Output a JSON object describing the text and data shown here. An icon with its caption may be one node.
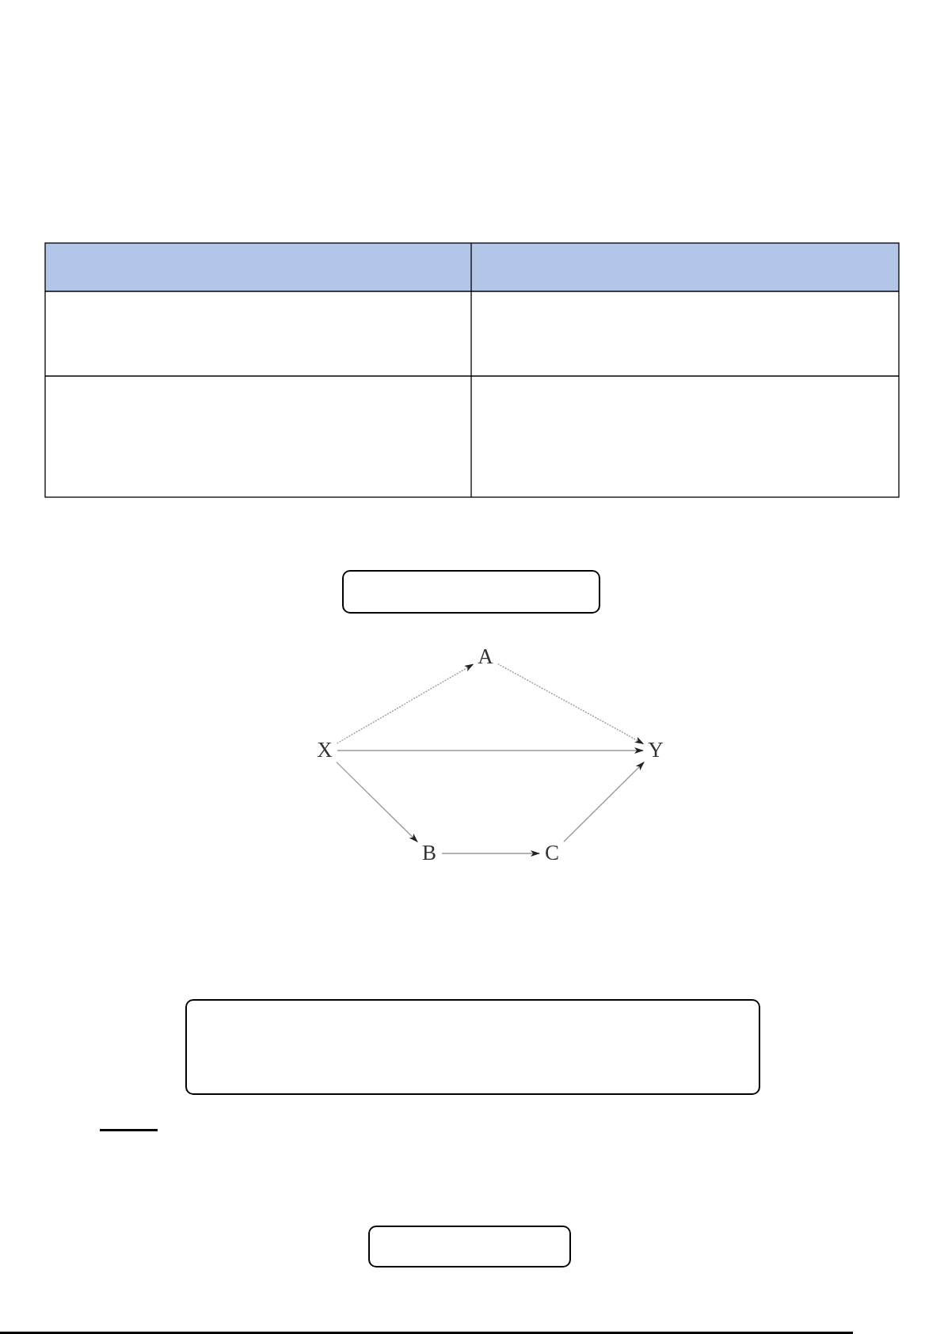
{
  "diagram": {
    "nodes": [
      {
        "text": [],
        "shape": "box"
      },
      {
        "text": [
          "A"
        ]
      },
      {
        "text": [
          "X"
        ]
      },
      {
        "text": [
          "Y"
        ]
      },
      {
        "text": [
          "B"
        ]
      },
      {
        "text": [
          "C"
        ]
      },
      {
        "text": [],
        "shape": "box"
      },
      {
        "text": [],
        "shape": "box"
      }
    ],
    "edges": [
      {
        "from": 2,
        "to": 1,
        "arrow": "to",
        "style": "dashed"
      },
      {
        "from": 1,
        "to": 3,
        "arrow": "to",
        "style": "dashed"
      },
      {
        "from": 2,
        "to": 3,
        "arrow": "to"
      },
      {
        "from": 2,
        "to": 4,
        "arrow": "to"
      },
      {
        "from": 4,
        "to": 5,
        "arrow": "to"
      },
      {
        "from": 5,
        "to": 3,
        "arrow": "to"
      }
    ]
  }
}
